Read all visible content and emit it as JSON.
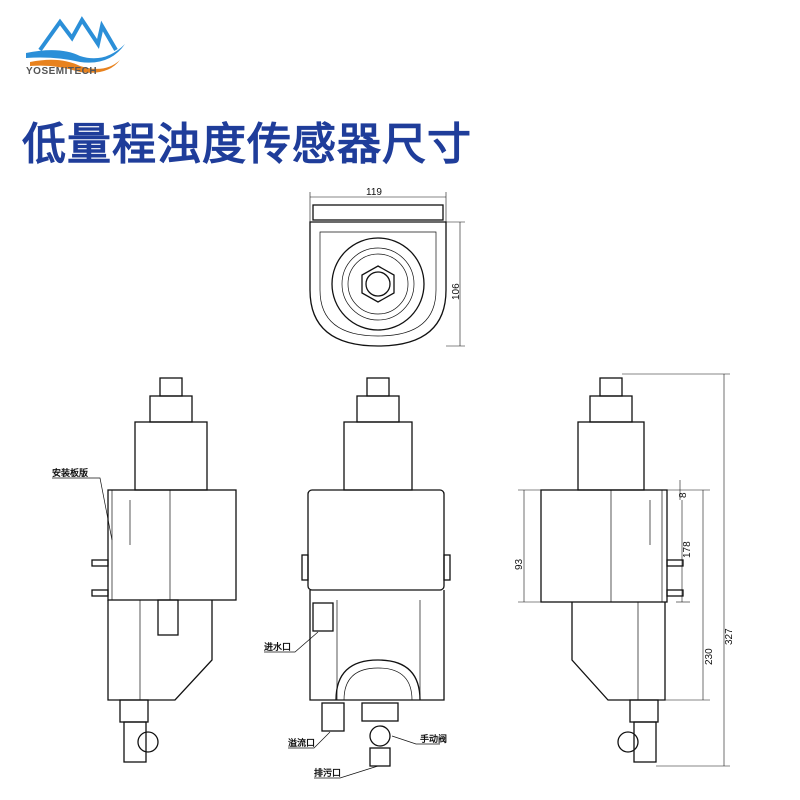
{
  "brand": {
    "name": "YOSEMITECH",
    "colors": {
      "blue": "#2b8fd8",
      "orange": "#e8821e",
      "title": "#1f3d9a"
    }
  },
  "title": "低量程浊度传感器尺寸",
  "dimensions": {
    "top_width": "119",
    "top_depth": "106",
    "cap_height": "8",
    "body_height": "93",
    "mount_height": "178",
    "lower_height": "230",
    "total_height": "327"
  },
  "labels": {
    "mount_plate": "安装板版",
    "inlet": "进水口",
    "overflow": "溢流口",
    "manual_valve": "手动阀",
    "drain": "排污口"
  }
}
